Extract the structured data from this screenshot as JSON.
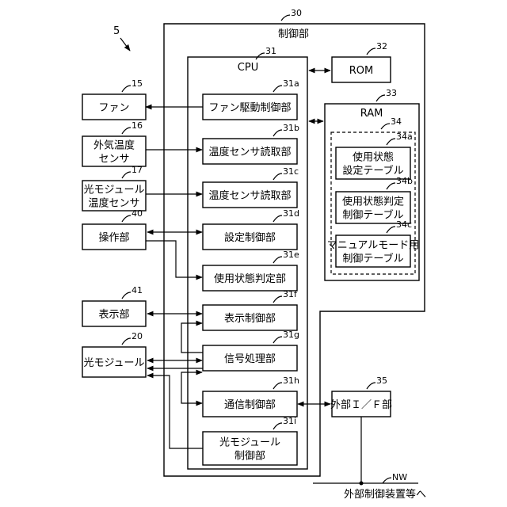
{
  "figure_ref": "5",
  "control_unit": {
    "ref": "30",
    "label": "制御部"
  },
  "cpu": {
    "ref": "31",
    "label": "CPU"
  },
  "cpu_blocks": [
    {
      "ref": "31a",
      "lines": [
        "ファン駆動制御部"
      ]
    },
    {
      "ref": "31b",
      "lines": [
        "温度センサ読取部"
      ]
    },
    {
      "ref": "31c",
      "lines": [
        "温度センサ読取部"
      ]
    },
    {
      "ref": "31d",
      "lines": [
        "設定制御部"
      ]
    },
    {
      "ref": "31e",
      "lines": [
        "使用状態判定部"
      ]
    },
    {
      "ref": "31f",
      "lines": [
        "表示制御部"
      ]
    },
    {
      "ref": "31g",
      "lines": [
        "信号処理部"
      ]
    },
    {
      "ref": "31h",
      "lines": [
        "通信制御部"
      ]
    },
    {
      "ref": "31i",
      "lines": [
        "光モジュール",
        "制御部"
      ]
    }
  ],
  "external_blocks": [
    {
      "ref": "15",
      "lines": [
        "ファン"
      ]
    },
    {
      "ref": "16",
      "lines": [
        "外気温度",
        "センサ"
      ]
    },
    {
      "ref": "17",
      "lines": [
        "光モジュール",
        "温度センサ"
      ]
    },
    {
      "ref": "40",
      "lines": [
        "操作部"
      ]
    },
    {
      "ref": "41",
      "lines": [
        "表示部"
      ]
    },
    {
      "ref": "20",
      "lines": [
        "光モジュール"
      ]
    }
  ],
  "rom": {
    "ref": "32",
    "label": "ROM"
  },
  "ram": {
    "ref": "33",
    "label": "RAM"
  },
  "table_group": {
    "ref": "34"
  },
  "tables": [
    {
      "ref": "34a",
      "lines": [
        "使用状態",
        "設定テーブル"
      ]
    },
    {
      "ref": "34b",
      "lines": [
        "使用状態判定",
        "制御テーブル"
      ]
    },
    {
      "ref": "34c",
      "lines": [
        "マニュアルモード用",
        "制御テーブル"
      ]
    }
  ],
  "ext_if": {
    "ref": "35",
    "label": "外部Ｉ／Ｆ部"
  },
  "network": {
    "ref": "NW",
    "caption": "外部制御装置等へ"
  }
}
